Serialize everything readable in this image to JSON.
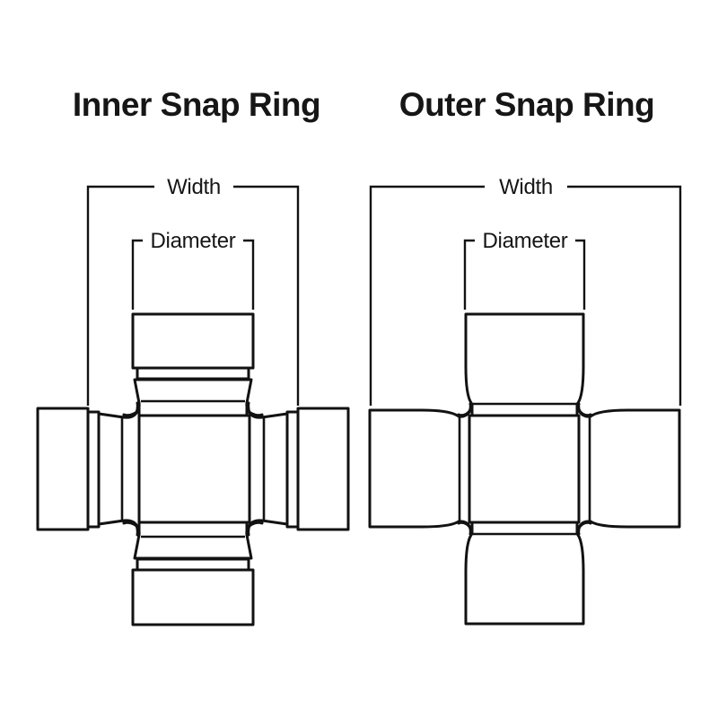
{
  "page": {
    "background_color": "#ffffff",
    "line_color": "#121212",
    "text_color": "#161616"
  },
  "diagrams": [
    {
      "id": "inner",
      "title": "Inner Snap Ring",
      "labels": {
        "width": "Width",
        "diameter": "Diameter"
      }
    },
    {
      "id": "outer",
      "title": "Outer Snap Ring",
      "labels": {
        "width": "Width",
        "diameter": "Diameter"
      }
    }
  ]
}
